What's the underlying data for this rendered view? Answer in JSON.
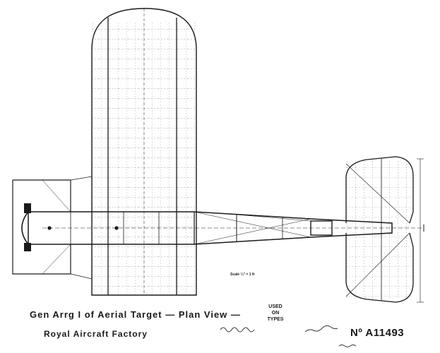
{
  "drawing": {
    "title": "Gen Arrg I of Aerial Target — Plan View —",
    "used_on_types": "USED\nON\nTYPES",
    "manufacturer": "Royal Aircraft Factory",
    "drawing_number": "Nº A11493",
    "scale_note": "Scale ¼\" = 1 ft"
  },
  "colors": {
    "line": "#1a1a1a",
    "paper": "#ffffff"
  }
}
